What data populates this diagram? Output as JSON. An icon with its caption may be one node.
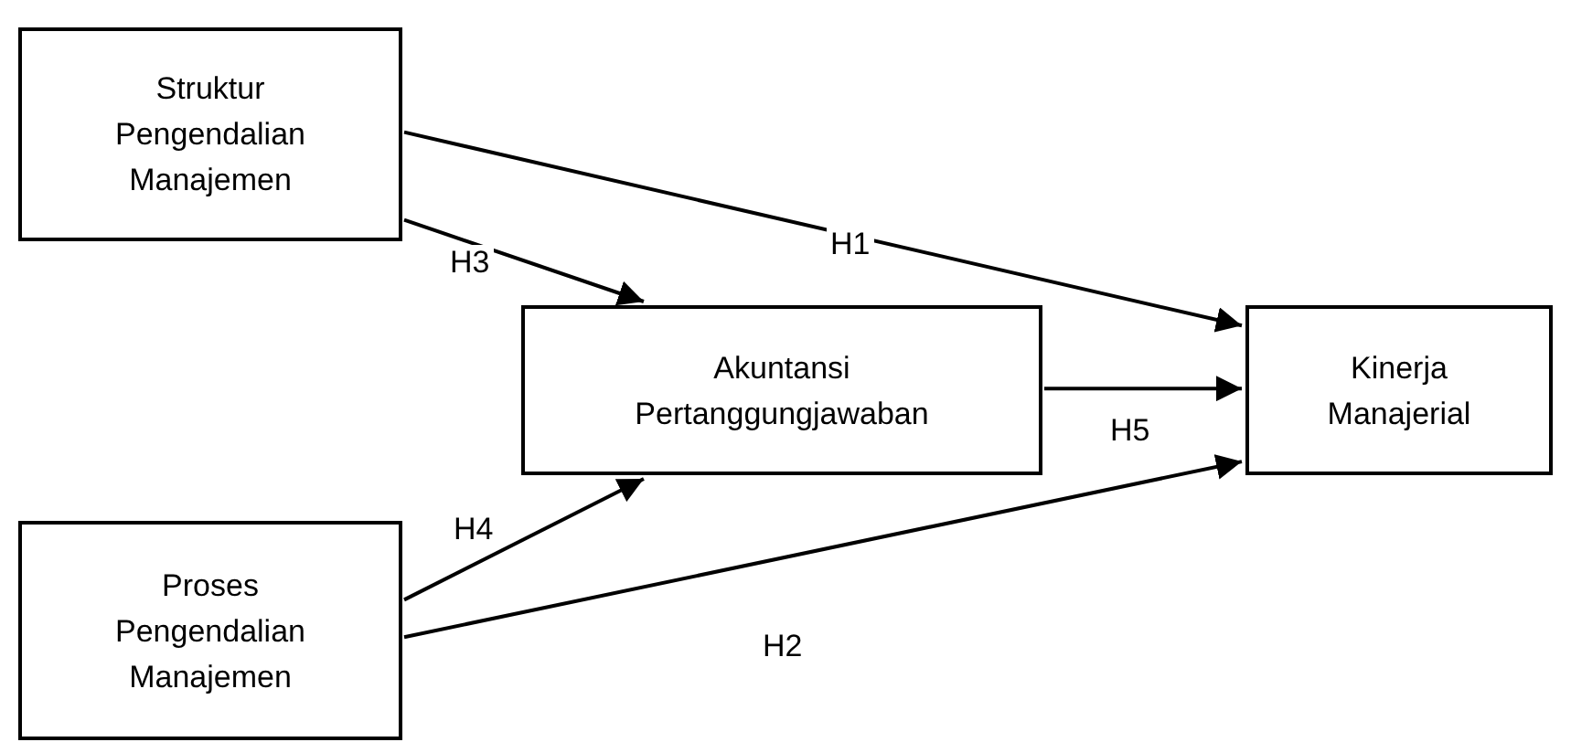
{
  "diagram": {
    "nodes": [
      {
        "text": [
          "Struktur Pengendalian Manajemen"
        ]
      },
      {
        "text": [
          "Akuntansi Pertanggungjawaban"
        ]
      },
      {
        "text": [
          "Kinerja Manajerial"
        ]
      },
      {
        "text": [
          "Proses Pengendalian Manajemen"
        ]
      }
    ],
    "edges": [
      {
        "from": 0,
        "to": 2,
        "arrow": "to",
        "label": "H1"
      },
      {
        "from": 0,
        "to": 1,
        "arrow": "to",
        "label": "H3"
      },
      {
        "from": 1,
        "to": 2,
        "arrow": "to",
        "label": "H5"
      },
      {
        "from": 3,
        "to": 1,
        "arrow": "to",
        "label": "H4"
      },
      {
        "from": 3,
        "to": 2,
        "arrow": "to",
        "label": "H2"
      }
    ]
  }
}
